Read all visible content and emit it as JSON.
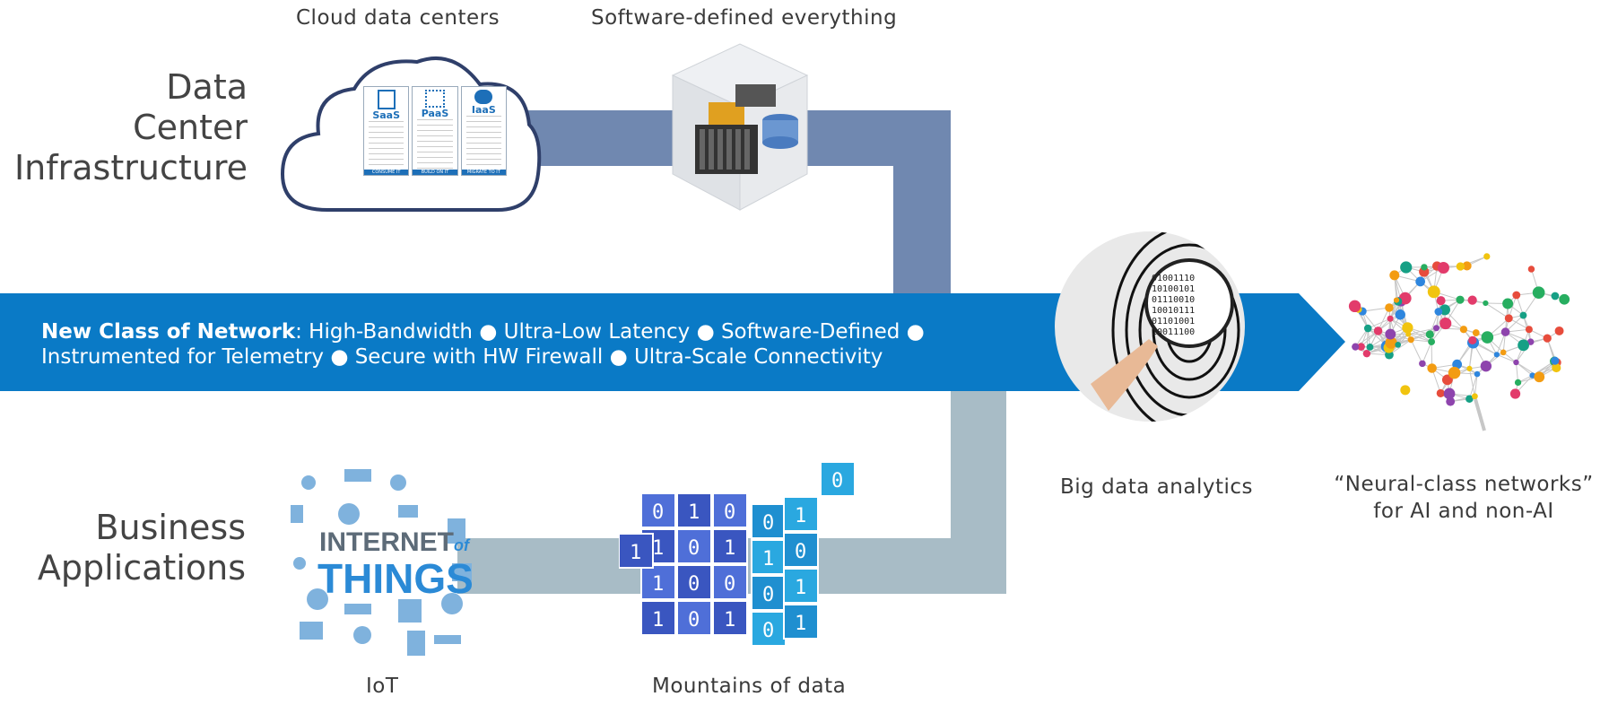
{
  "labels": {
    "cloud": "Cloud data centers",
    "software": "Software-defined everything",
    "data_center_line1": "Data",
    "data_center_line2": "Center",
    "data_center_line3": "Infrastructure",
    "business_line1": "Business",
    "business_line2": "Applications",
    "iot": "IoT",
    "mountains": "Mountains of data",
    "bigdata": "Big data analytics",
    "neural_line1": "“Neural-class networks”",
    "neural_line2": "for AI and non-AI"
  },
  "banner": {
    "title": "New Class of Network",
    "line1_rest": ": High-Bandwidth ● Ultra-Low Latency ● Software-Defined ●",
    "line2": "Instrumented for Telemetry ● Secure with HW Firewall ● Ultra-Scale Connectivity"
  },
  "cloud_services": [
    {
      "name": "SaaS",
      "caption": "CONSUME IT"
    },
    {
      "name": "PaaS",
      "caption": "BUILD ON IT"
    },
    {
      "name": "IaaS",
      "caption": "MIGRATE TO IT"
    }
  ],
  "iot_logo": {
    "word1": "INTERNET",
    "word2": "of",
    "word3": "THINGS"
  },
  "cube_digits": [
    "0",
    "1",
    "0",
    "1",
    "0",
    "1",
    "1",
    "0"
  ],
  "colors": {
    "banner": "#0a7ac6",
    "connector_top": "#7088b0",
    "connector_bottom": "#a8bcc6",
    "cube_dark": "#3a56c0",
    "cube_light": "#2aa8e0",
    "iot_blue": "#2b8ad6"
  }
}
